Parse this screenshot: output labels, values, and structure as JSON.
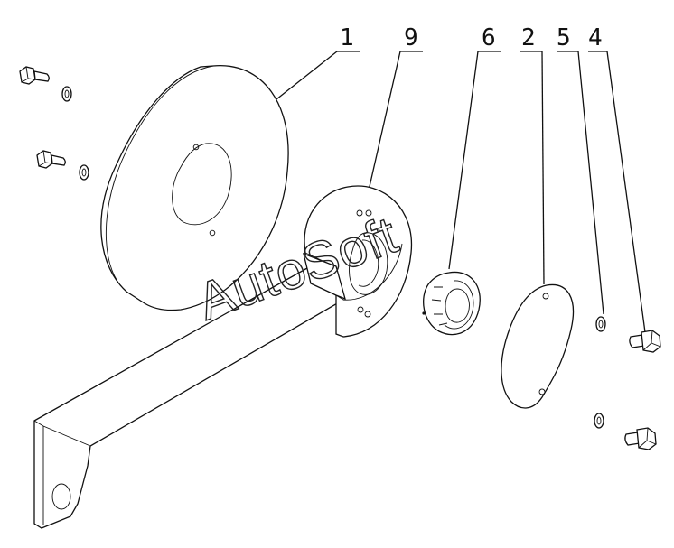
{
  "callouts": {
    "c1": "1",
    "c9": "9",
    "c6": "6",
    "c2": "2",
    "c5": "5",
    "c4": "4"
  },
  "watermark": "AutoSoft"
}
